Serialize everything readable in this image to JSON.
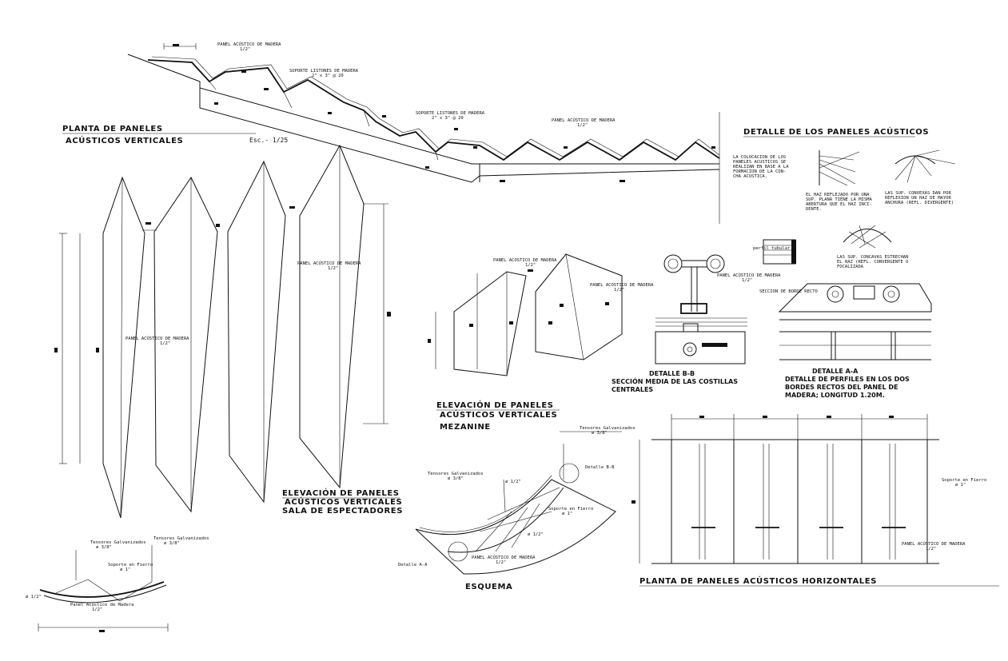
{
  "labels": {
    "panel_madera": "PANEL ACÚSTICO DE MADERA",
    "panel_madera_b": "PANEL ACOSTICO DE MADERA",
    "half_inch": "1/2\"",
    "soporte_listones": "SOPORTE LISTONES DE MADERA",
    "listones_size": "2\" x 3\" @ 20",
    "tensores": "Tensores Galvanizados",
    "tensores_size": "ø 3/8\"",
    "soporte_fierro": "Soporte en Fierro",
    "soporte_fierro_size": "ø 1\"",
    "panel_madera_lower": "Panel Acústico de Madera",
    "diam_half": "ø 1/2\"",
    "detalle_a": "Detalle A-A",
    "detalle_b": "Detalle B-B",
    "seccion_borde": "SECCION DE BORDE RECTO",
    "perfil_tubular": "perfil tubular"
  },
  "titles": {
    "planta_paneles_1": "PLANTA DE PANELES",
    "planta_paneles_2": "ACÚSTICOS VERTICALES",
    "escala": "Esc.- 1/25",
    "detalle_paneles": "DETALLE DE LOS PANELES ACÚSTICOS",
    "elev_mezz_1": "ELEVACIÓN DE PANELES",
    "elev_mezz_2": "ACÚSTICOS VERTICALES",
    "elev_mezz_3": "MEZANINE",
    "elev_sala_1": "ELEVACIÓN DE PANELES",
    "elev_sala_2": "ACÚSTICOS VERTICALES",
    "elev_sala_3": "SALA DE ESPECTADORES",
    "esquema": "ESQUEMA",
    "planta_horizontal": "PLANTA DE PANELES ACÚSTICOS HORIZONTALES",
    "detalle_bb_title": "DETALLE B-B",
    "detalle_bb_desc_1": "SECCIÓN MEDIA DE LAS COSTILLAS",
    "detalle_bb_desc_2": "CENTRALES",
    "detalle_aa_title": "DETALLE A-A",
    "detalle_aa_desc_1": "DETALLE DE PERFILES EN LOS DOS",
    "detalle_aa_desc_2": "BORDES RECTOS DEL PANEL DE",
    "detalle_aa_desc_3": "MADERA; LONGITUD 1.20M."
  },
  "notes": {
    "coloc_1": "LA COLOCACION DE LOS",
    "coloc_2": "PANELES ACUSTICOS SE",
    "coloc_3": "REALIZAN EN BASE A LA",
    "coloc_4": "FORMACION DE LA CON-",
    "coloc_5": "CHA ACUSTICA.",
    "haz_1": "EL HAZ REFLEJADO POR UNA",
    "haz_2": "SUP. PLANA TIENE LA MISMA",
    "haz_3": "ABERTURA QUE EL HAZ INCI-",
    "haz_4": "DENTE.",
    "convex_1": "LAS SUP. CONVEXAS DAN POR",
    "convex_2": "REFLEXION UN HAZ DE MAYOR",
    "convex_3": "ANCHURA (REFL. DIVERGENTE)",
    "concav_1": "LAS SUP. CONCAVAS ESTRECHAN",
    "concav_2": "EL HAZ (REFL. CONVERGENTE O",
    "concav_3": "FOCALIZADA"
  }
}
